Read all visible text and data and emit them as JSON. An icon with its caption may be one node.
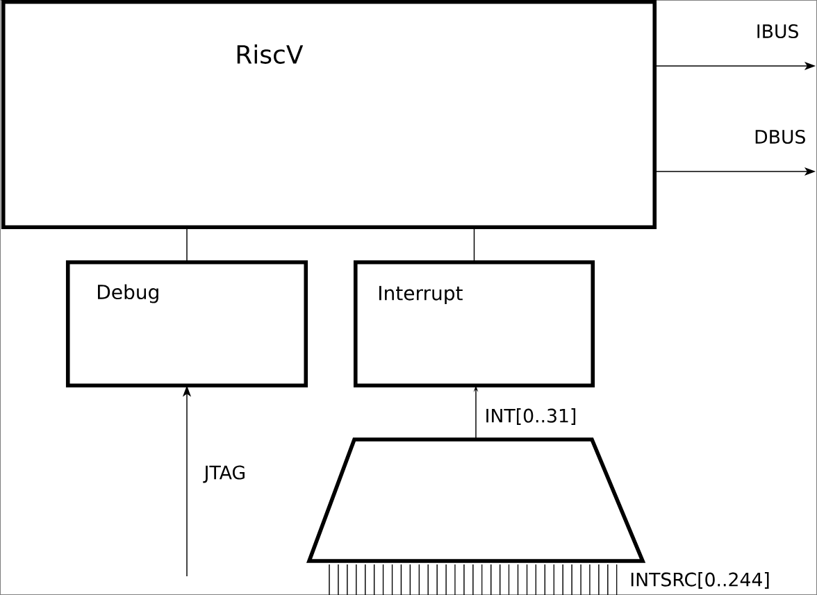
{
  "diagram": {
    "nodes": [
      {
        "text": [
          "RiscV"
        ]
      },
      {
        "text": [
          "Debug"
        ]
      },
      {
        "text": [
          "Interrupt"
        ]
      },
      {
        "text": [],
        "shape": "trapezoid"
      }
    ],
    "edges": [
      {
        "from": 0,
        "to": 1,
        "arrow": "none"
      },
      {
        "from": 0,
        "to": 2,
        "arrow": "none"
      },
      {
        "from": 0,
        "to": null,
        "arrow": "to",
        "label": "IBUS"
      },
      {
        "from": 0,
        "to": null,
        "arrow": "to",
        "label": "DBUS"
      },
      {
        "from": null,
        "to": 1,
        "arrow": "to",
        "label": "JTAG"
      },
      {
        "from": 3,
        "to": 2,
        "arrow": "to",
        "label": "INT[0..31]"
      }
    ],
    "labels": [
      "INTSRC[0..244]"
    ]
  }
}
